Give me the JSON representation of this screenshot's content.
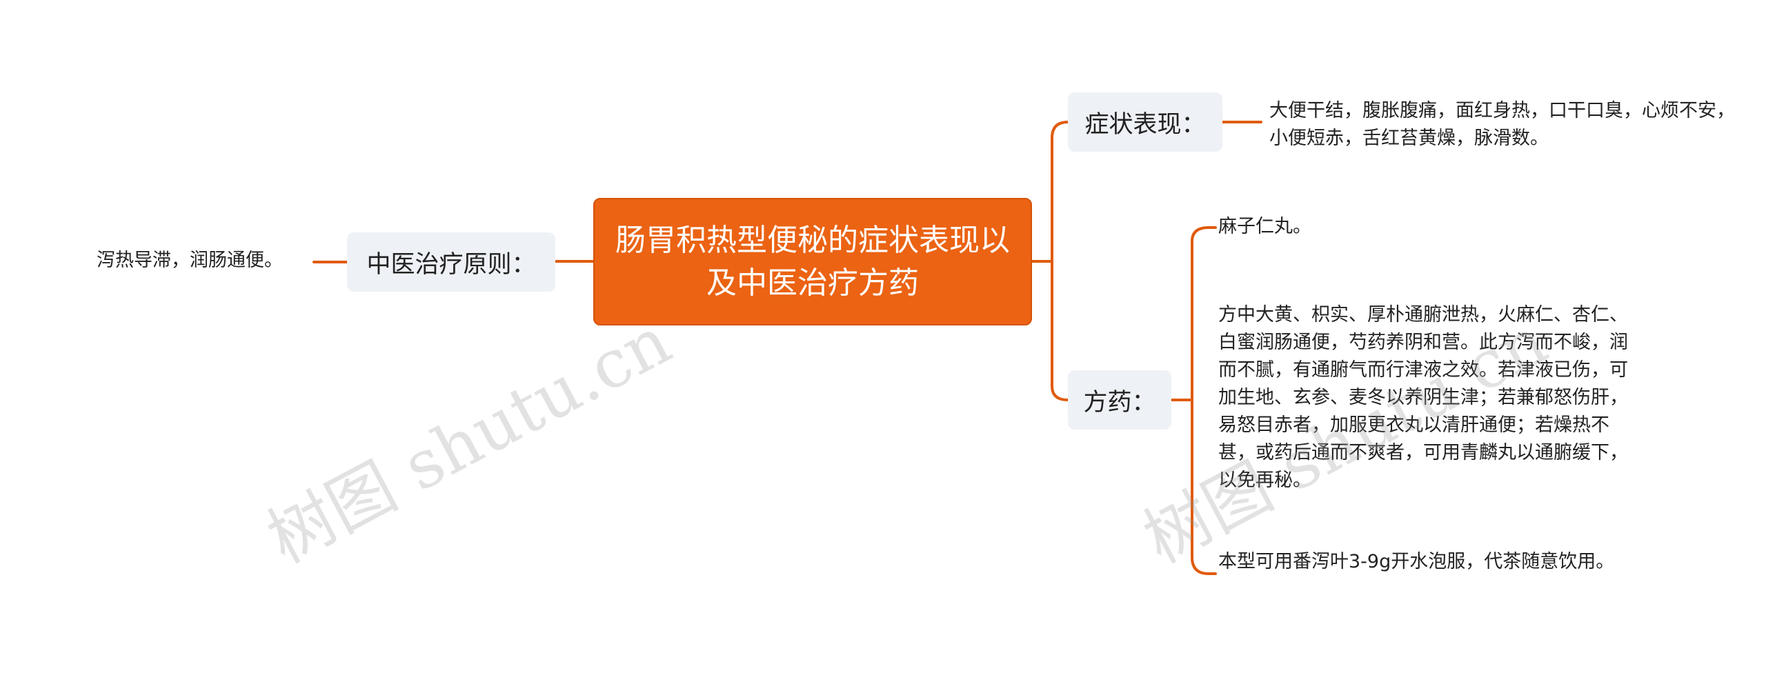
{
  "root": {
    "label": "肠胃积热型便秘的症状表现以及中医治疗方药"
  },
  "colors": {
    "accent": "#eb6313",
    "branch_bg": "#eef1f5",
    "connector": "#e05b0b"
  },
  "branches": {
    "left": {
      "label": "中医治疗原则：",
      "leaves": [
        "泻热导滞，润肠通便。"
      ]
    },
    "symptoms": {
      "label": "症状表现：",
      "leaves": [
        "大便干结，腹胀腹痛，面红身热，口干口臭，心烦不安，小便短赤，舌红苔黄燥，脉滑数。"
      ]
    },
    "prescription": {
      "label": "方药：",
      "leaves": [
        "麻子仁丸。",
        "方中大黄、枳实、厚朴通腑泄热，火麻仁、杏仁、白蜜润肠通便，芍药养阴和营。此方泻而不峻，润而不腻，有通腑气而行津液之效。若津液已伤，可加生地、玄参、麦冬以养阴生津；若兼郁怒伤肝，易怒目赤者，加服更衣丸以清肝通便；若燥热不甚，或药后通而不爽者，可用青麟丸以通腑缓下，以免再秘。",
        "本型可用番泻叶3-9g开水泡服，代茶随意饮用。"
      ]
    }
  },
  "watermark": {
    "text": "树图 shutu.cn"
  }
}
